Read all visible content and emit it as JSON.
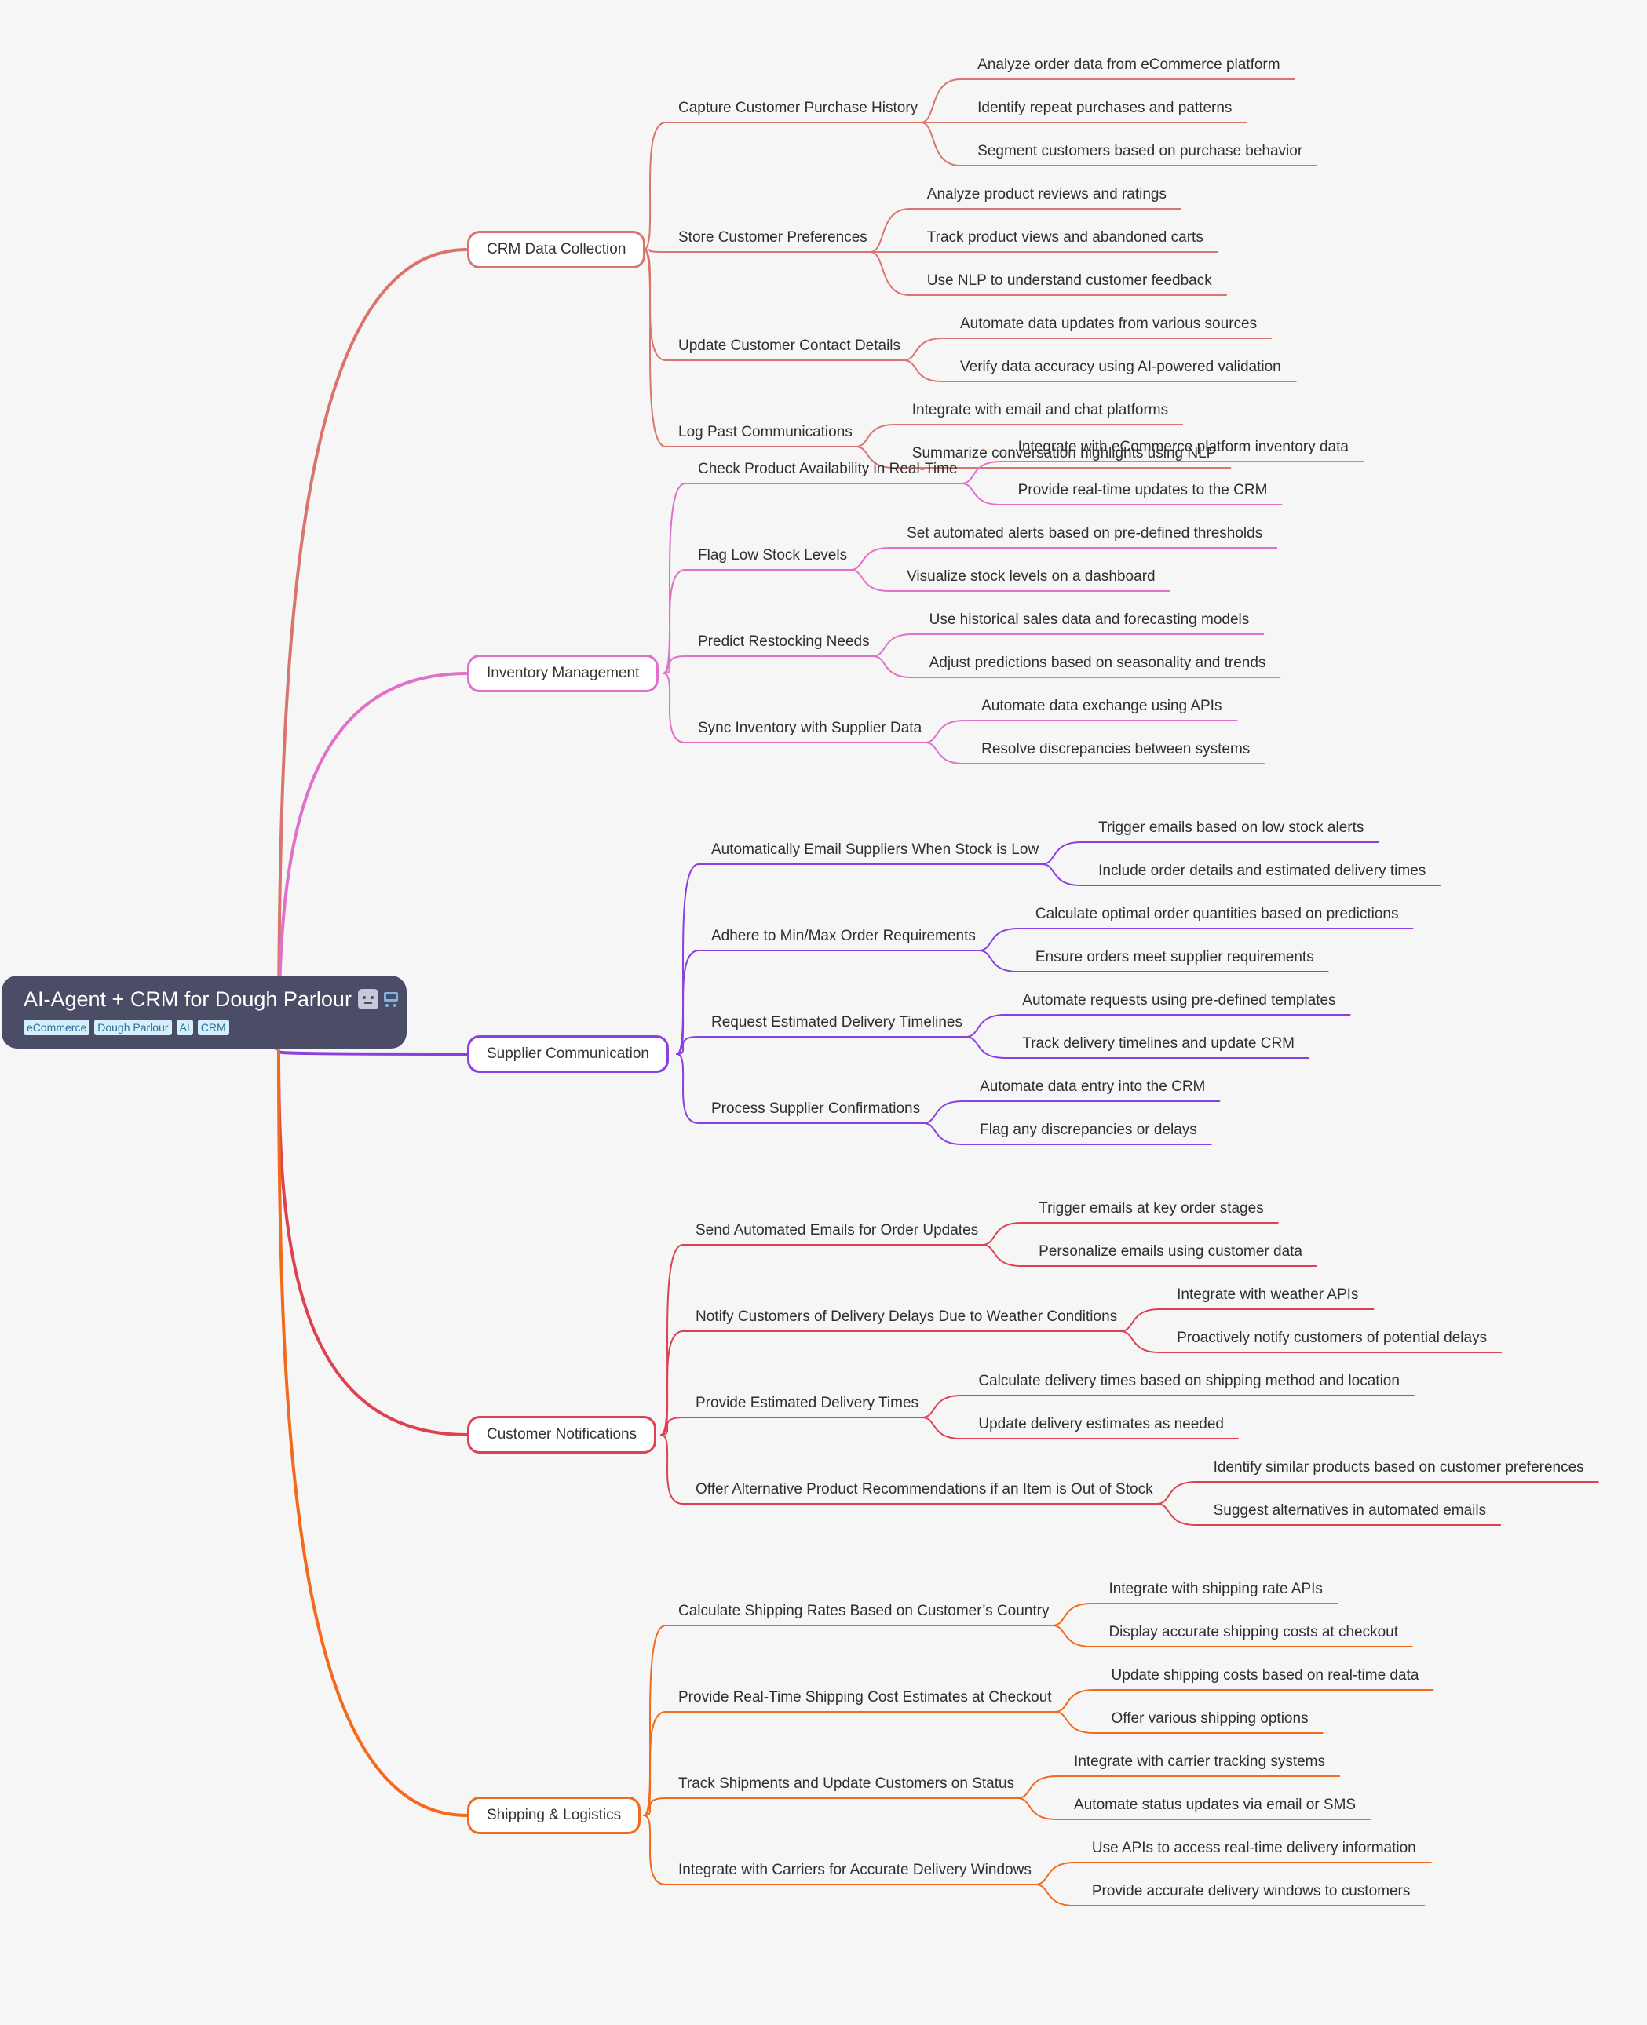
{
  "root": {
    "title": "AI-Agent + CRM for Dough Parlour",
    "icons": [
      "robot-icon",
      "shopping-cart-icon"
    ],
    "tags": [
      "eCommerce",
      "Dough Parlour",
      "AI",
      "CRM"
    ]
  },
  "branches": [
    {
      "label": "CRM Data Collection",
      "color": "#d9756f",
      "children": [
        {
          "label": "Capture Customer Purchase History",
          "children": [
            "Analyze order data from eCommerce platform",
            "Identify repeat purchases and patterns",
            "Segment customers based on purchase behavior"
          ]
        },
        {
          "label": "Store Customer Preferences",
          "children": [
            "Analyze product reviews and ratings",
            "Track product views and abandoned carts",
            "Use NLP to understand customer feedback"
          ]
        },
        {
          "label": "Update Customer Contact Details",
          "children": [
            "Automate data updates from various sources",
            "Verify data accuracy using AI-powered validation"
          ]
        },
        {
          "label": "Log Past Communications",
          "children": [
            "Integrate with email and chat platforms",
            "Summarize conversation highlights using NLP"
          ]
        }
      ]
    },
    {
      "label": "Inventory Management",
      "color": "#e070c8",
      "children": [
        {
          "label": "Check Product Availability in Real-Time",
          "children": [
            "Integrate with eCommerce platform inventory data",
            "Provide real-time updates to the CRM"
          ]
        },
        {
          "label": "Flag Low Stock Levels",
          "children": [
            "Set automated alerts based on pre-defined thresholds",
            "Visualize stock levels on a dashboard"
          ]
        },
        {
          "label": "Predict Restocking Needs",
          "children": [
            "Use historical sales data and forecasting models",
            "Adjust predictions based on seasonality and trends"
          ]
        },
        {
          "label": "Sync Inventory with Supplier Data",
          "children": [
            "Automate data exchange using APIs",
            "Resolve discrepancies between systems"
          ]
        }
      ]
    },
    {
      "label": "Supplier Communication",
      "color": "#8a3fe0",
      "children": [
        {
          "label": "Automatically Email Suppliers When Stock is Low",
          "children": [
            "Trigger emails based on low stock alerts",
            "Include order details and estimated delivery times"
          ]
        },
        {
          "label": "Adhere to Min/Max Order Requirements",
          "children": [
            "Calculate optimal order quantities based on predictions",
            "Ensure orders meet supplier requirements"
          ]
        },
        {
          "label": "Request Estimated Delivery Timelines",
          "children": [
            "Automate requests using pre-defined templates",
            "Track delivery timelines and update CRM"
          ]
        },
        {
          "label": "Process Supplier Confirmations",
          "children": [
            "Automate data entry into the CRM",
            "Flag any discrepancies or delays"
          ]
        }
      ]
    },
    {
      "label": "Customer Notifications",
      "color": "#dd4252",
      "children": [
        {
          "label": "Send Automated Emails for Order Updates",
          "children": [
            "Trigger emails at key order stages",
            "Personalize emails using customer data"
          ]
        },
        {
          "label": "Notify Customers of Delivery Delays Due to Weather Conditions",
          "children": [
            "Integrate with weather APIs",
            "Proactively notify customers of potential delays"
          ]
        },
        {
          "label": "Provide Estimated Delivery Times",
          "children": [
            "Calculate delivery times based on shipping method and location",
            "Update delivery estimates as needed"
          ]
        },
        {
          "label": "Offer Alternative Product Recommendations if an Item is Out of Stock",
          "children": [
            "Identify similar products based on customer preferences",
            "Suggest alternatives in automated emails"
          ]
        }
      ]
    },
    {
      "label": "Shipping & Logistics",
      "color": "#f26a1b",
      "children": [
        {
          "label": "Calculate Shipping Rates Based on Customer’s Country",
          "children": [
            "Integrate with shipping rate APIs",
            "Display accurate shipping costs at checkout"
          ]
        },
        {
          "label": "Provide Real-Time Shipping Cost Estimates at Checkout",
          "children": [
            "Update shipping costs based on real-time data",
            "Offer various shipping options"
          ]
        },
        {
          "label": "Track Shipments and Update Customers on Status",
          "children": [
            "Integrate with carrier tracking systems",
            "Automate status updates via email or SMS"
          ]
        },
        {
          "label": "Integrate with Carriers for Accurate Delivery Windows",
          "children": [
            "Use APIs to access real-time delivery information",
            "Provide accurate delivery windows to customers"
          ]
        }
      ]
    }
  ]
}
